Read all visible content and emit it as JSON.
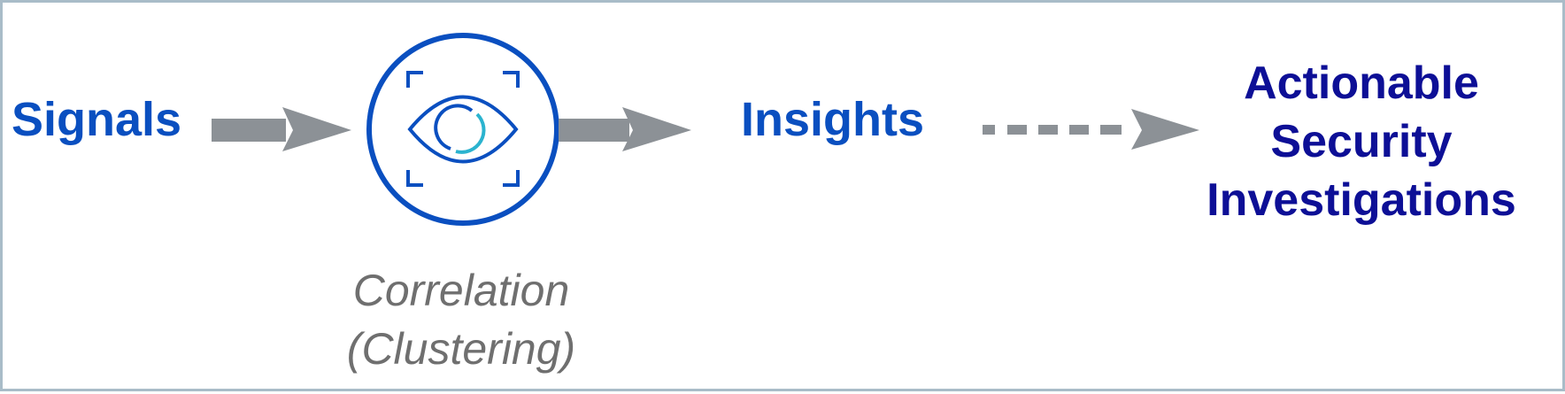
{
  "diagram": {
    "input_label": "Signals",
    "process_caption": {
      "line1": "Correlation",
      "line2": "(Clustering)"
    },
    "intermediate_label": "Insights",
    "output_label": {
      "line1": "Actionable",
      "line2": "Security",
      "line3": "Investigations"
    },
    "process_icon": "eye-icon",
    "colors": {
      "label_blue": "#0a4fc0",
      "output_navy": "#0d0f96",
      "arrow_gray": "#8c9196",
      "icon_accent": "#2bb3cf",
      "caption_gray": "#6f6f6f"
    }
  }
}
